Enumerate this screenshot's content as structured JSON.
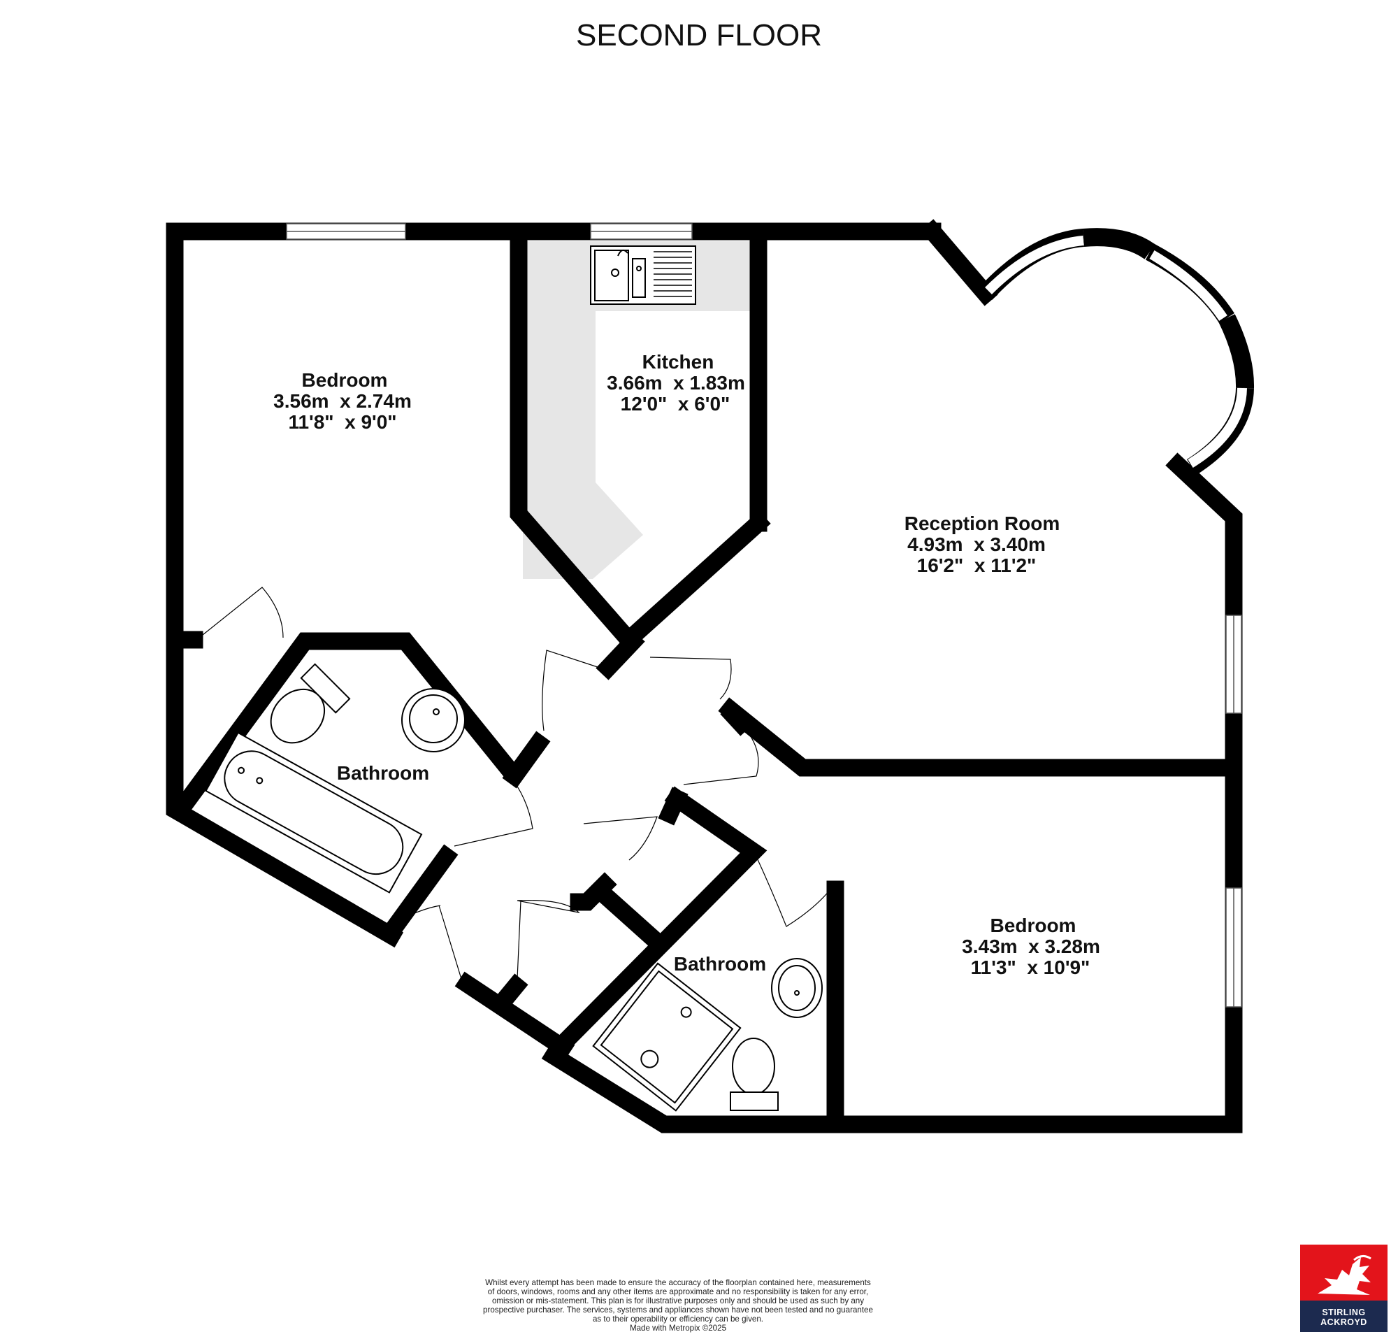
{
  "floor_title": "SECOND FLOOR",
  "rooms": [
    {
      "id": "bedroom-1",
      "name": "Bedroom",
      "metric": "3.56m  x 2.74m",
      "imperial": "11'8\"  x 9'0\""
    },
    {
      "id": "kitchen",
      "name": "Kitchen",
      "metric": "3.66m  x 1.83m",
      "imperial": "12'0\"  x 6'0\""
    },
    {
      "id": "reception-room",
      "name": "Reception Room",
      "metric": "4.93m  x 3.40m",
      "imperial": "16'2\"  x 11'2\""
    },
    {
      "id": "bathroom-1",
      "name": "Bathroom"
    },
    {
      "id": "bathroom-2",
      "name": "Bathroom"
    },
    {
      "id": "bedroom-2",
      "name": "Bedroom",
      "metric": "3.43m  x 3.28m",
      "imperial": "11'3\"  x 10'9\""
    }
  ],
  "disclaimer": [
    "Whilst every attempt has been made to ensure the accuracy of the floorplan contained here, measurements",
    "of doors, windows, rooms and any other items are approximate and no responsibility is taken for any error,",
    "omission or mis-statement. This plan is for illustrative purposes only and should be used as such by any",
    "prospective purchaser. The services, systems and appliances shown have not been tested and no guarantee",
    "as to their operability or efficiency can be given.",
    "Made with Metropix ©2025"
  ],
  "brand": {
    "line1": "STIRLING",
    "line2": "ACKROYD"
  },
  "colors": {
    "wall": "#000000",
    "kitchen_floor": "#e6e6e6",
    "brand_red": "#e3141b",
    "brand_navy": "#1c2a4f"
  }
}
